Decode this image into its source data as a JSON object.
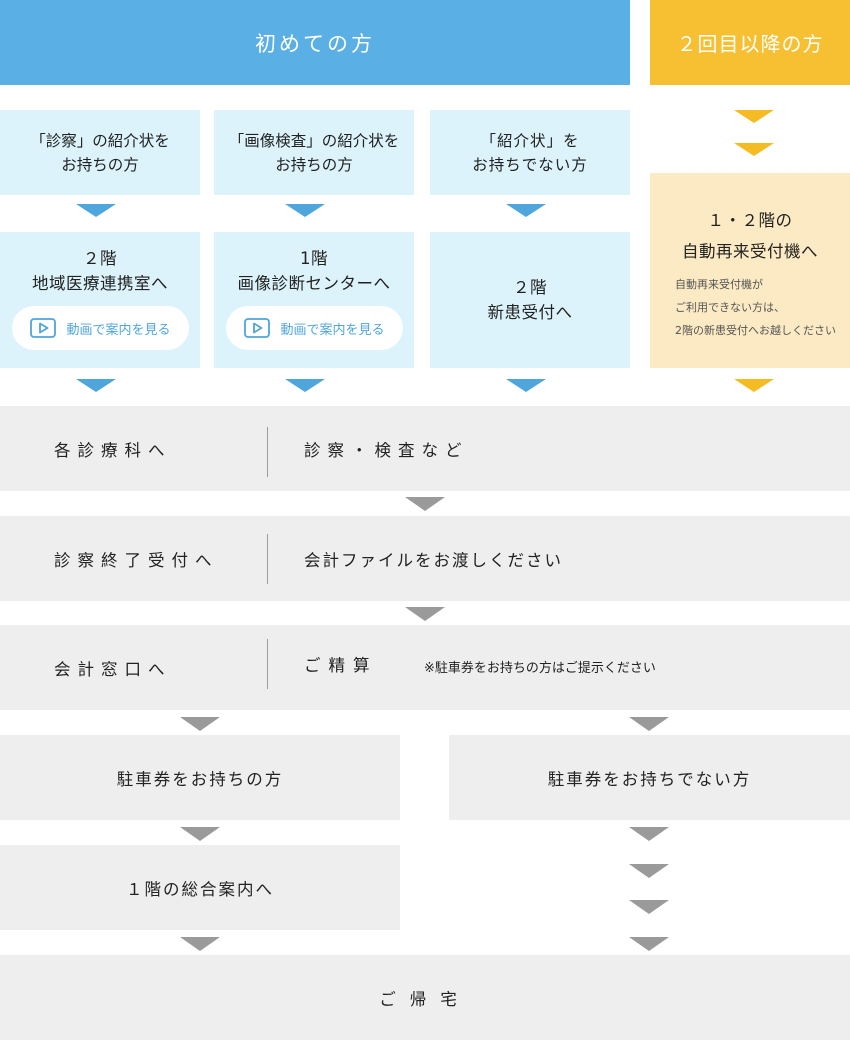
{
  "headers": {
    "first_time": "初めての方",
    "returning": "２回目以降の方"
  },
  "first_time": {
    "columns": [
      {
        "condition": "「診察」の紹介状を\nお持ちの方",
        "destination": "２階\n地域医療連携室へ",
        "video_label": "動画で案内を見る"
      },
      {
        "condition": "「画像検査」の紹介状を\nお持ちの方",
        "destination": "1階\n画像診断センターへ",
        "video_label": "動画で案内を見る"
      },
      {
        "condition": "「紹介状」を\nお持ちでない方",
        "destination": "２階\n新患受付へ"
      }
    ]
  },
  "returning": {
    "destination": "１・２階の\n自動再来受付機へ",
    "note": "自動再来受付機が\nご利用できない方は、\n2階の新患受付へお越しください"
  },
  "steps": [
    {
      "label": "各診療科へ",
      "value": "診察・検査など"
    },
    {
      "label": "診察終了受付へ",
      "value": "会計ファイルをお渡しください"
    },
    {
      "label": "会計窓口へ",
      "value": "ご精算",
      "note": "※駐車券をお持ちの方はご提示ください"
    }
  ],
  "parking": {
    "with_ticket": "駐車券をお持ちの方",
    "without_ticket": "駐車券をお持ちでない方",
    "info_desk": "１階の総合案内へ"
  },
  "final": "ご帰宅",
  "colors": {
    "header_blue": "#5aafe4",
    "header_yellow": "#f7c033",
    "light_blue": "#dcf3fb",
    "cream": "#fbeac3",
    "gray_row": "#eeeeee",
    "arrow_blue": "#4fa6dc",
    "arrow_yellow": "#f5bb22",
    "arrow_gray": "#9a9a9a"
  },
  "icons": {
    "video": "play-icon"
  }
}
